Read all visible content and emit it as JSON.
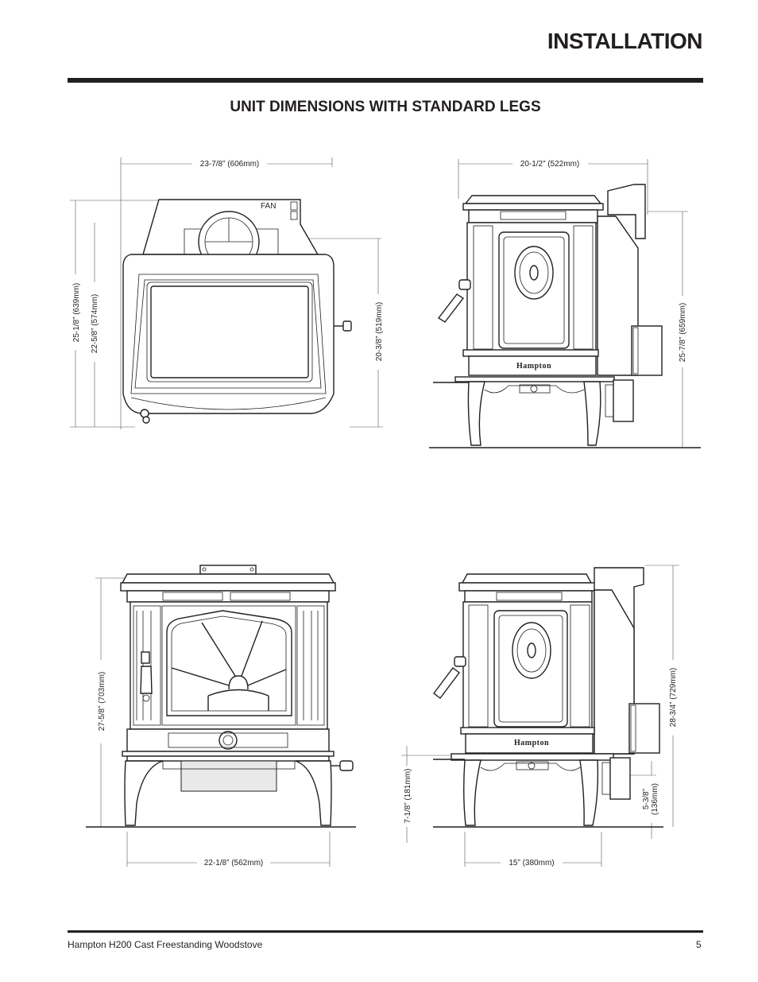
{
  "header": {
    "section_title": "INSTALLATION"
  },
  "figure": {
    "heading": "UNIT DIMENSIONS WITH STANDARD LEGS"
  },
  "labels": {
    "fan": "FAN",
    "brand": "Hampton"
  },
  "dimensions": {
    "d1_width": "23-7/8” (606mm)",
    "d1_height_overall": "25-1/8” (639mm)",
    "d1_height_inner": "22-5/8” (574mm)",
    "d1_height_right": "20-3/8” (519mm)",
    "d2_depth": "20-1/2” (522mm)",
    "d2_height": "25-7/8” (659mm)",
    "d3_height": "27-5/8” (703mm)",
    "d3_width": "22-1/8” (562mm)",
    "d4_height": "28-3/4” (729mm)",
    "d4_leg_height": "7-1/8” (181mm)",
    "d4_flue_height_a": "5-3/8”",
    "d4_flue_height_b": "(136mm)",
    "d4_depth": "15” (380mm)"
  },
  "footer": {
    "doc_name": "Hampton H200 Cast Freestanding Woodstove",
    "page_number": "5"
  }
}
